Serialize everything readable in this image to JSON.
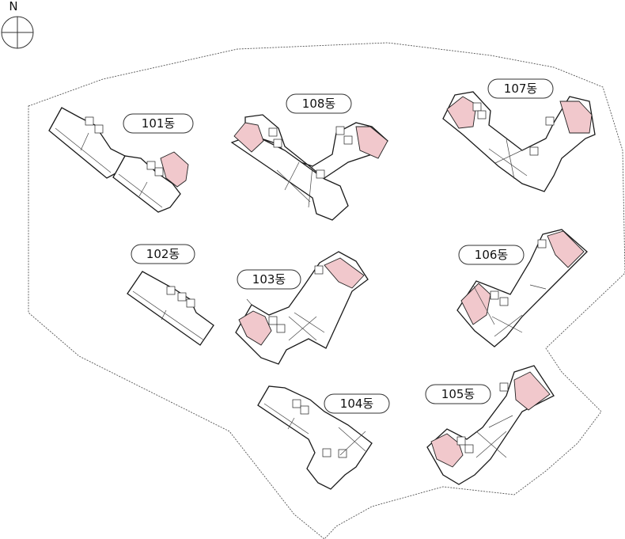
{
  "north_label": "N",
  "buildings": [
    {
      "id": "101",
      "label": "101동"
    },
    {
      "id": "102",
      "label": "102동"
    },
    {
      "id": "103",
      "label": "103동"
    },
    {
      "id": "104",
      "label": "104동"
    },
    {
      "id": "105",
      "label": "105동"
    },
    {
      "id": "106",
      "label": "106동"
    },
    {
      "id": "107",
      "label": "107동"
    },
    {
      "id": "108",
      "label": "108동"
    }
  ],
  "colors": {
    "highlight": "#f1c8cc",
    "outline": "#1a1a1a"
  }
}
